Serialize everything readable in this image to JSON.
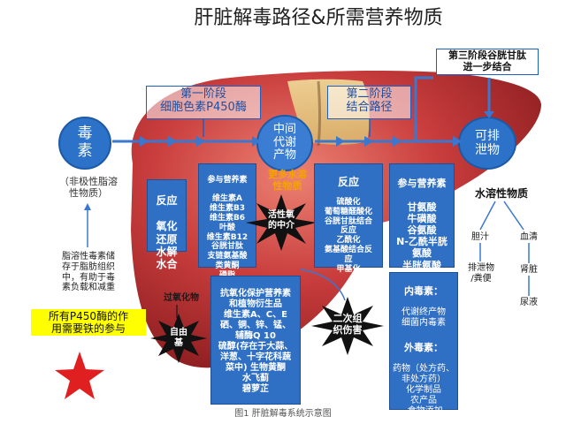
{
  "title": "肝脏解毒路径&所需营养物质",
  "caption": "图1 肝脏解毒系统示意图",
  "colors": {
    "liver_dark": "#8e1f22",
    "liver_mid": "#c2393a",
    "liver_light": "#e46a5e",
    "box_blue": "#2f6fc4",
    "arrow_blue": "#3a78d0",
    "highlight_yellow": "#ffff00",
    "star_red": "#e02020",
    "orange_text": "#f5a300"
  },
  "nodes": {
    "toxin": "毒\n素",
    "toxin_note": "（非极性脂溶\n性物质）",
    "intermediate": "中间\n代谢\n产物",
    "excretable": "可排\n泄物"
  },
  "phases": {
    "phase1_label": "第一阶段\n细胞色素P450酶",
    "phase2_label": "第二阶段\n结合路径",
    "phase3_label": "第三阶段谷胱甘肽\n进一步结合"
  },
  "boxes": {
    "reaction1_title": "反应",
    "reaction1_items": "氧化\n还原\n水解\n水合",
    "nutrients1_title": "参与营养素",
    "nutrients1_items": "维生素A\n维生素B3\n维生素B6\n叶酸\n维生素B12\n谷胱甘肽\n支链氨基酸\n类黄酮\n磷脂",
    "reaction2_title": "反应",
    "reaction2_items": "硫酸化\n葡萄糖醛酸化\n谷胱甘肽结合\n反应\n乙酰化\n氨基酸结合反\n应\n甲基化",
    "nutrients2_title": "参与营养素",
    "nutrients2_items": "甘氨酸\n牛磺酸\n谷氨酸\nN-乙酰半胱\n氨酸\n半胱氨酸\n蛋氨酸",
    "antioxidant_items": "抗氧化保护营养素\n和植物衍生品\n维生素A、C、E\n硒、铜、锌、锰、\n辅酶Q 10\n硫醇(存在于大蒜、\n洋葱、十字花科蔬\n菜中) 生物黄酮\n水飞蓟\n碧萝芷",
    "endotoxin_title": "内毒素：",
    "endotoxin_items": "代谢终产物\n细菌内毒素",
    "exotoxin_title": "外毒素：",
    "exotoxin_items": "药物（处方药、\n非处方药）\n化学制品\n农产品\n-食物添加\n-污染物\n-微生物"
  },
  "labels": {
    "more_water_soluble": "更多水溶\n性物质",
    "active_oxygen": "活性氧\n的中介",
    "peroxide": "过氧化物",
    "free_radical": "自由\n基",
    "secondary_damage": "二次组\n织伤害",
    "fat_storage_note": "脂溶性毒素储\n存于脂肪组织\n中，有助于毒\n素负载和减重",
    "p450_iron_note": "所有P450酶的作\n用需要铁的参与",
    "water_soluble": "水溶性物质",
    "bile": "胆汁",
    "blood": "血清",
    "excrement": "排泄物\n/粪便",
    "kidney": "肾脏",
    "urine": "尿液"
  }
}
